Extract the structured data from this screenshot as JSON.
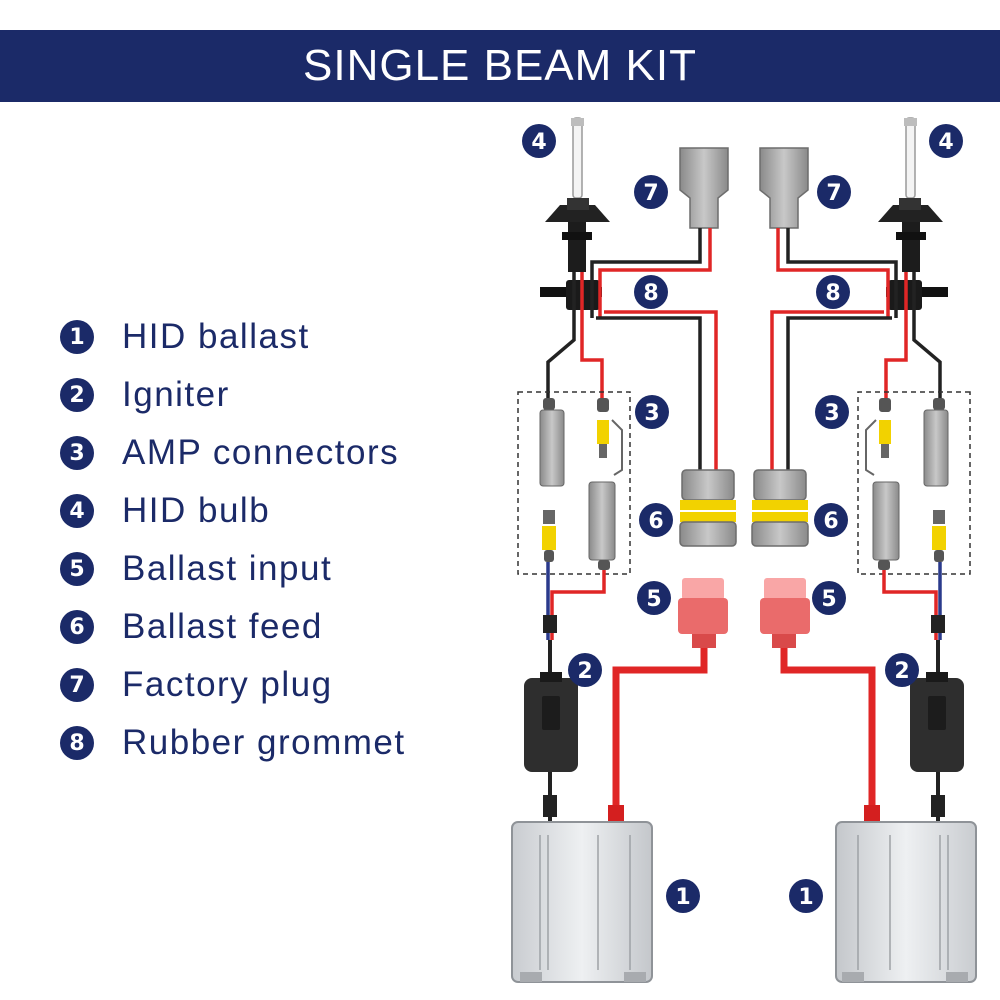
{
  "title": "SINGLE BEAM KIT",
  "legend": [
    {
      "number": "1",
      "label": "HID ballast"
    },
    {
      "number": "2",
      "label": "Igniter"
    },
    {
      "number": "3",
      "label": "AMP connectors"
    },
    {
      "number": "4",
      "label": "HID bulb"
    },
    {
      "number": "5",
      "label": "Ballast input"
    },
    {
      "number": "6",
      "label": "Ballast feed"
    },
    {
      "number": "7",
      "label": "Factory plug"
    },
    {
      "number": "8",
      "label": "Rubber grommet"
    }
  ],
  "colors": {
    "navy": "#1b2a68",
    "wire_red": "#e02626",
    "wire_black": "#222222",
    "wire_blue": "#2a3a8c",
    "plug_gray": "#9a9a9a",
    "seal_yellow": "#f2d200",
    "input_pink": "#f28080",
    "ballast_silver": "#d8dadc"
  }
}
